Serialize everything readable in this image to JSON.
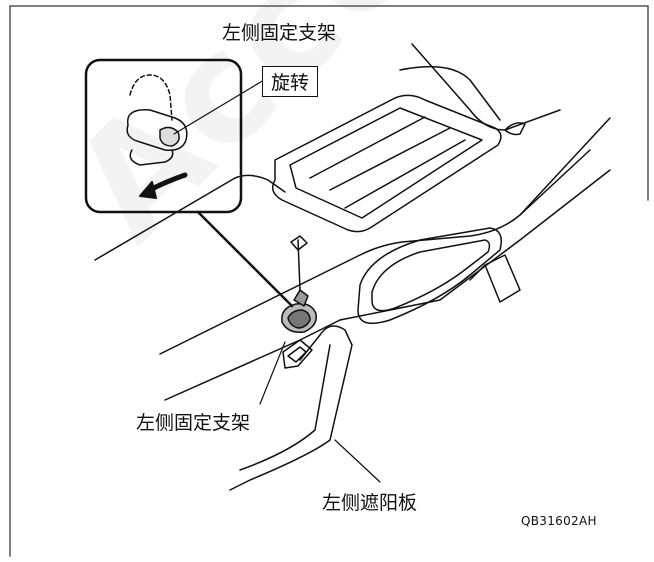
{
  "labels": {
    "top_bracket": "左侧固定支架",
    "rotate": "旋转",
    "left_bracket": "左侧固定支架",
    "sun_visor": "左侧遮阳板",
    "figure_code": "QB31602AH"
  },
  "watermark": "Access",
  "colors": {
    "line": "#111111",
    "frame": "#333333"
  }
}
